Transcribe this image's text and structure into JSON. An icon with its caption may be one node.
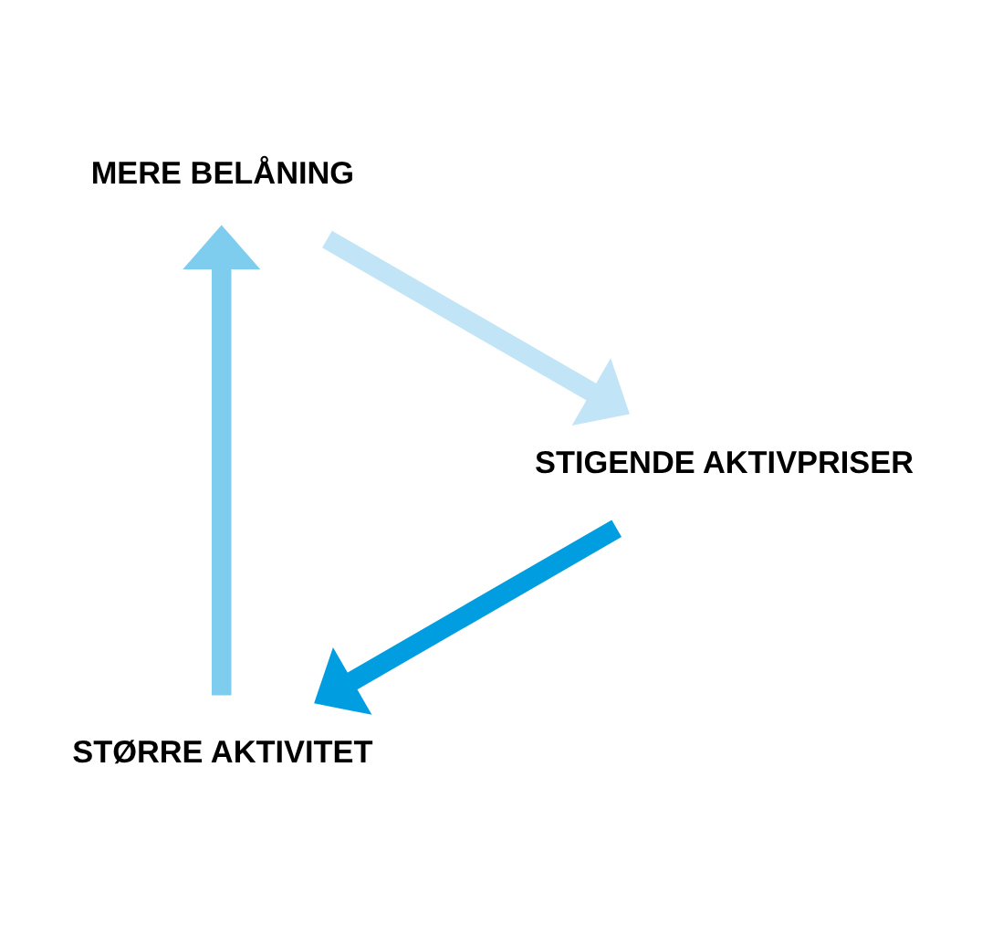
{
  "diagram": {
    "nodes": [
      {
        "text": [
          "STØRRE AKTIVITET"
        ]
      },
      {
        "text": [
          "MERE BELÅNING"
        ]
      },
      {
        "text": [
          "STIGENDE AKTIVPRISER"
        ]
      }
    ],
    "edges": [
      {
        "from": 0,
        "to": 1,
        "arrow": "to",
        "color": "#7fcdee"
      },
      {
        "from": 1,
        "to": 2,
        "arrow": "to",
        "color": "#c1e5f6"
      },
      {
        "from": 2,
        "to": 0,
        "arrow": "to",
        "color": "#009ee0"
      }
    ]
  }
}
